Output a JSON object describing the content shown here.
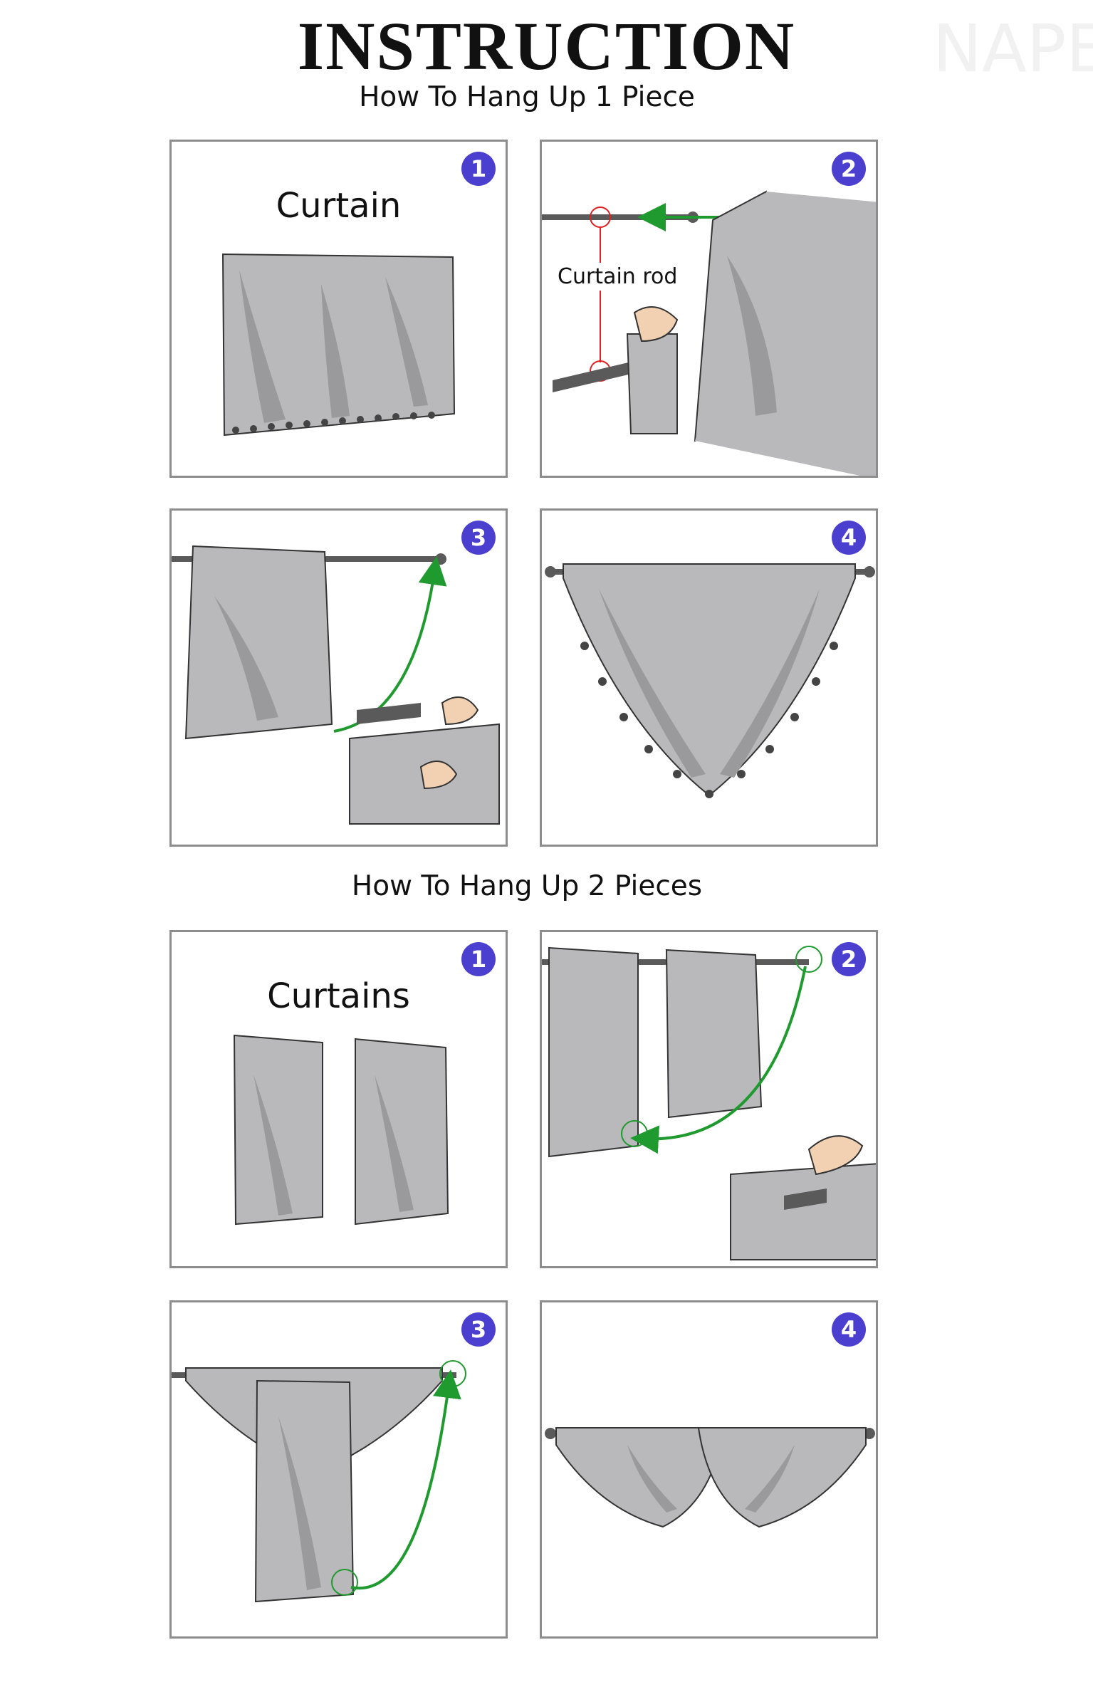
{
  "header": {
    "title": "INSTRUCTION"
  },
  "sections": [
    {
      "title": "How To Hang Up 1 Piece",
      "steps": [
        {
          "number": "1",
          "caption": "Curtain"
        },
        {
          "number": "2",
          "label": "Curtain rod"
        },
        {
          "number": "3"
        },
        {
          "number": "4"
        }
      ]
    },
    {
      "title": "How To Hang Up 2 Pieces",
      "steps": [
        {
          "number": "1",
          "caption": "Curtains"
        },
        {
          "number": "2"
        },
        {
          "number": "3"
        },
        {
          "number": "4"
        }
      ]
    }
  ],
  "watermark": {
    "brand": "NAPEARL"
  },
  "colors": {
    "fabric": "#b9b9bb",
    "fabric_shadow": "#9a9a9c",
    "rod": "#5a5a5a",
    "arrow_green": "#1f9a2e",
    "marker_red": "#e02020",
    "badge": "#4b3fd0",
    "panel_border": "#8d8d8d"
  }
}
